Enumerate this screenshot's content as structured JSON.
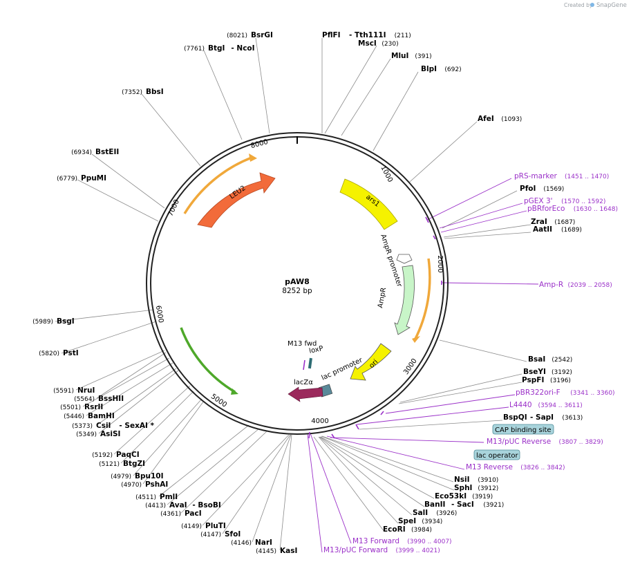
{
  "credit": {
    "prefix": "Created by",
    "brand": "SnapGene"
  },
  "plasmid": {
    "name": "pAW8",
    "size_label": "8252 bp",
    "length": 8252
  },
  "ruler_ticks": [
    "1000",
    "2000",
    "3000",
    "4000",
    "5000",
    "6000",
    "7000",
    "8000"
  ],
  "enzymes": [
    {
      "name": "PflFI",
      "pos": "(211)",
      "name2": "- Tth111I",
      "pos_after": true
    },
    {
      "name": "MscI",
      "pos": "(230)",
      "pos_after": true
    },
    {
      "name": "MluI",
      "pos": "(391)",
      "pos_after": true
    },
    {
      "name": "BlpI",
      "pos": "(692)",
      "pos_after": true
    },
    {
      "name": "AfeI",
      "pos": "(1093)",
      "pos_after": true
    },
    {
      "name": "PfoI",
      "pos": "(1569)",
      "pos_after": true
    },
    {
      "name": "ZraI",
      "pos": "(1687)",
      "pos_after": true
    },
    {
      "name": "AatII",
      "pos": "(1689)",
      "pos_after": true
    },
    {
      "name": "BsaI",
      "pos": "(2542)",
      "pos_after": true
    },
    {
      "name": "BseYI",
      "pos": "(3192)",
      "pos_after": true
    },
    {
      "name": "PspFI",
      "pos": "(3196)",
      "pos_after": true
    },
    {
      "name": "BspQI",
      "name2": "- SapI",
      "pos": "(3613)",
      "pos_after": true
    },
    {
      "name": "NsiI",
      "pos": "(3910)",
      "pos_after": true
    },
    {
      "name": "SphI",
      "pos": "(3912)",
      "pos_after": true
    },
    {
      "name": "Eco53kI",
      "pos": "(3919)",
      "pos_after": true
    },
    {
      "name": "BanII",
      "name2": "- SacI",
      "pos": "(3921)",
      "pos_after": true
    },
    {
      "name": "SalI",
      "pos": "(3926)",
      "pos_after": true
    },
    {
      "name": "SpeI",
      "pos": "(3934)",
      "pos_after": true
    },
    {
      "name": "EcoRI",
      "pos": "(3984)",
      "pos_after": true
    },
    {
      "name": "BsrGI",
      "pos": "(8021)",
      "pos_after": false
    },
    {
      "name": "BtgI",
      "name2": "- NcoI",
      "pos": "(7761)",
      "pos_after": false
    },
    {
      "name": "BbsI",
      "pos": "(7352)",
      "pos_after": false
    },
    {
      "name": "BstEII",
      "pos": "(6934)",
      "pos_after": false
    },
    {
      "name": "PpuMI",
      "pos": "(6779)",
      "pos_after": false
    },
    {
      "name": "BsgI",
      "pos": "(5989)",
      "pos_after": false
    },
    {
      "name": "PstI",
      "pos": "(5820)",
      "pos_after": false
    },
    {
      "name": "NruI",
      "pos": "(5591)",
      "pos_after": false
    },
    {
      "name": "BssHII",
      "pos": "(5564)",
      "pos_after": false
    },
    {
      "name": "RsrII",
      "pos": "(5501)",
      "pos_after": false
    },
    {
      "name": "BamHI",
      "pos": "(5446)",
      "pos_after": false
    },
    {
      "name": "CsiI",
      "name2": "- SexAI *",
      "pos": "(5373)",
      "pos_after": false
    },
    {
      "name": "AsiSI",
      "pos": "(5349)",
      "pos_after": false
    },
    {
      "name": "PaqCI",
      "pos": "(5192)",
      "pos_after": false
    },
    {
      "name": "BtgZI",
      "pos": "(5121)",
      "pos_after": false
    },
    {
      "name": "Bpu10I",
      "pos": "(4979)",
      "pos_after": false
    },
    {
      "name": "PshAI",
      "pos": "(4970)",
      "pos_after": false
    },
    {
      "name": "PmlI",
      "pos": "(4511)",
      "pos_after": false
    },
    {
      "name": "AvaI",
      "name2": "- BsoBI",
      "pos": "(4413)",
      "pos_after": false
    },
    {
      "name": "PacI",
      "pos": "(4361)",
      "pos_after": false
    },
    {
      "name": "PluTI",
      "pos": "(4149)",
      "pos_after": false
    },
    {
      "name": "SfoI",
      "pos": "(4147)",
      "pos_after": false
    },
    {
      "name": "NarI",
      "pos": "(4146)",
      "pos_after": false
    },
    {
      "name": "KasI",
      "pos": "(4145)",
      "pos_after": false
    }
  ],
  "primers": [
    {
      "name": "pRS-marker",
      "range": "(1451 .. 1470)"
    },
    {
      "name": "pGEX 3'",
      "range": "(1570 .. 1592)"
    },
    {
      "name": "pBRforEco",
      "range": "(1630 .. 1648)"
    },
    {
      "name": "Amp-R",
      "range": "(2039 .. 2058)"
    },
    {
      "name": "pBR322ori-F",
      "range": "(3341 .. 3360)"
    },
    {
      "name": "L4440",
      "range": "(3594 .. 3611)"
    },
    {
      "name": "M13/pUC Reverse",
      "range": "(3807 .. 3829)"
    },
    {
      "name": "M13 Reverse",
      "range": "(3826 .. 3842)"
    },
    {
      "name": "M13 Forward",
      "range": "(3990 .. 4007)"
    },
    {
      "name": "M13/pUC Forward",
      "range": "(3999 .. 4021)"
    }
  ],
  "boxed_features": [
    {
      "name": "CAP binding site",
      "color": "#a9d4dc"
    },
    {
      "name": "lac operator",
      "color": "#a9d4dc"
    }
  ],
  "features": {
    "leu2": "LEU2",
    "ars1": "ars1",
    "ampr_promoter": "AmpR promoter",
    "ampr": "AmpR",
    "ori": "ori",
    "lac_promoter": "lac promoter",
    "lacz": "lacZα",
    "m13fwd": "M13 fwd",
    "loxp": "loxP"
  },
  "colors": {
    "leu2": "#f26b3a",
    "ars1": "#f5f200",
    "ampr": "#c8f5c8",
    "ori": "#f5f200",
    "lacz": "#9b2a5c",
    "primer": "#9a2fc8",
    "orf": "#f0a83a",
    "orf_green": "#4ea82a"
  }
}
